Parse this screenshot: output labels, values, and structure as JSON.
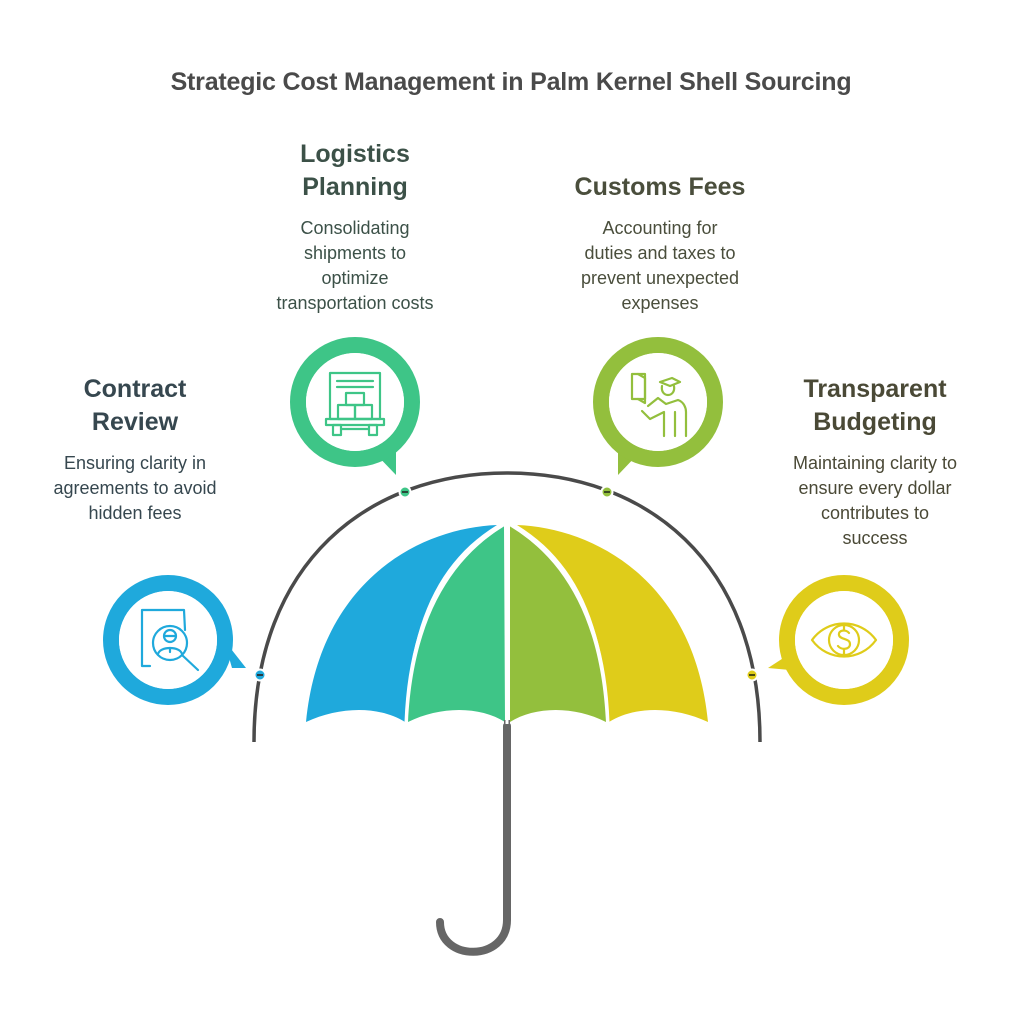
{
  "title": "Strategic Cost Management in Palm Kernel Shell Sourcing",
  "colors": {
    "contract": "#1fa9dc",
    "logistics": "#3ec587",
    "customs": "#93bf3d",
    "budget": "#dfcc1a",
    "arc": "#4a4a4a",
    "handle": "#666666"
  },
  "items": [
    {
      "key": "contract",
      "title_line1": "Contract",
      "title_line2": "Review",
      "desc_lines": [
        "Ensuring clarity in",
        "agreements to avoid",
        "hidden fees"
      ],
      "icon": "document-search-person-icon"
    },
    {
      "key": "logistics",
      "title_line1": "Logistics",
      "title_line2": "Planning",
      "desc_lines": [
        "Consolidating",
        "shipments to",
        "optimize",
        "transportation costs"
      ],
      "icon": "delivery-truck-boxes-icon"
    },
    {
      "key": "customs",
      "title_line1": "Customs Fees",
      "title_line2": "",
      "desc_lines": [
        "Accounting for",
        "duties and taxes to",
        "prevent unexpected",
        "expenses"
      ],
      "icon": "customs-officer-passport-icon"
    },
    {
      "key": "budget",
      "title_line1": "Transparent",
      "title_line2": "Budgeting",
      "desc_lines": [
        "Maintaining clarity to",
        "ensure every dollar",
        "contributes to",
        "success"
      ],
      "icon": "eye-dollar-icon"
    }
  ]
}
